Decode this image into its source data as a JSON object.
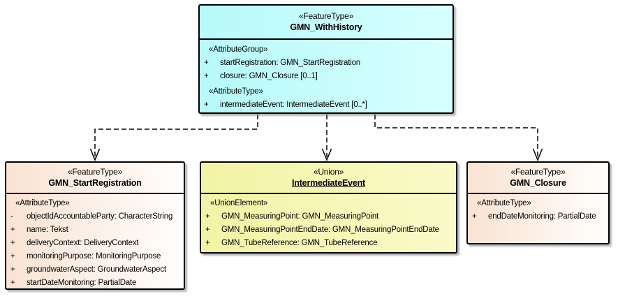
{
  "diagram": {
    "type": "uml-class-diagram"
  },
  "classes": {
    "with_history": {
      "stereotype": "«FeatureType»",
      "name": "GMN_WithHistory",
      "sections": [
        {
          "label": "«AttributeGroup»",
          "attrs": [
            {
              "vis": "+",
              "text": "startRegistration: GMN_StartRegistration"
            },
            {
              "vis": "+",
              "text": "closure: GMN_Closure [0..1]"
            }
          ]
        },
        {
          "label": "«AttributeType»",
          "attrs": [
            {
              "vis": "+",
              "text": "intermediateEvent: IntermediateEvent [0..*]"
            }
          ]
        }
      ]
    },
    "start_registration": {
      "stereotype": "«FeatureType»",
      "name": "GMN_StartRegistration",
      "label": "«AttributeType»",
      "attrs": [
        {
          "vis": "-",
          "text": "objectIdAccountableParty: CharacterString"
        },
        {
          "vis": "+",
          "text": "name: Tekst"
        },
        {
          "vis": "+",
          "text": "deliveryContext: DeliveryContext"
        },
        {
          "vis": "+",
          "text": "monitoringPurpose: MonitoringPurpose"
        },
        {
          "vis": "+",
          "text": "groundwaterAspect: GroundwaterAspect"
        },
        {
          "vis": "+",
          "text": "startDateMonitoring: PartialDate"
        }
      ]
    },
    "intermediate_event": {
      "stereotype": "«Union»",
      "name": "IntermediateEvent",
      "label": "«UnionElement»",
      "attrs": [
        {
          "vis": "+",
          "text": "GMN_MeasuringPoint: GMN_MeasuringPoint"
        },
        {
          "vis": "+",
          "text": "GMN_MeasuringPointEndDate: GMN_MeasuringPointEndDate"
        },
        {
          "vis": "+",
          "text": "GMN_TubeReference: GMN_TubeReference"
        }
      ]
    },
    "closure": {
      "stereotype": "«FeatureType»",
      "name": "GMN_Closure",
      "label": "«AttributeType»",
      "attrs": [
        {
          "vis": "+",
          "text": "endDateMonitoring: PartialDate"
        }
      ]
    }
  },
  "relationships": [
    {
      "type": "dependency",
      "from": "GMN_WithHistory",
      "to": "GMN_StartRegistration"
    },
    {
      "type": "dependency",
      "from": "GMN_WithHistory",
      "to": "IntermediateEvent"
    },
    {
      "type": "dependency",
      "from": "GMN_WithHistory",
      "to": "GMN_Closure"
    }
  ],
  "colors": {
    "feature_fill_left": "#b7f9f9",
    "feature_fill_right": "#d8ffff",
    "registration_fill_left": "#f9e3d3",
    "registration_fill_right": "#fffefc",
    "union_fill_left": "#f2f3a5",
    "union_fill_right": "#fafac9",
    "border": "#000000"
  }
}
